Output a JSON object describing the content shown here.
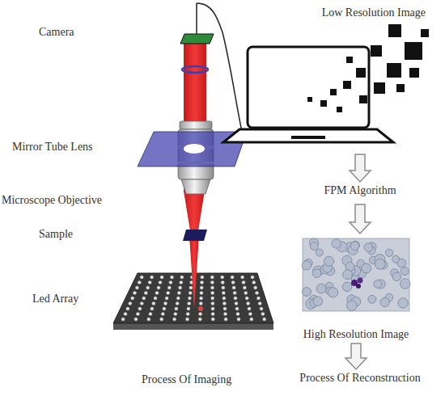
{
  "diagram": {
    "nodes": [
      {
        "text": [
          "Low Resolution Image"
        ]
      },
      {
        "text": [
          "FPM Algorithm"
        ]
      },
      {
        "text": [
          "High Resolution Image"
        ]
      },
      {
        "text": [
          "Process Of Reconstruction"
        ]
      }
    ],
    "edges": [
      {
        "from": 0,
        "to": 1,
        "arrow": "to"
      },
      {
        "from": 1,
        "to": 2,
        "arrow": "to"
      },
      {
        "from": 2,
        "to": 3,
        "arrow": "to"
      }
    ],
    "labels": [
      "Camera",
      "Mirror Tube Lens",
      "Microscope Objective",
      "Sample",
      "Led Array",
      "Process Of Imaging"
    ]
  }
}
